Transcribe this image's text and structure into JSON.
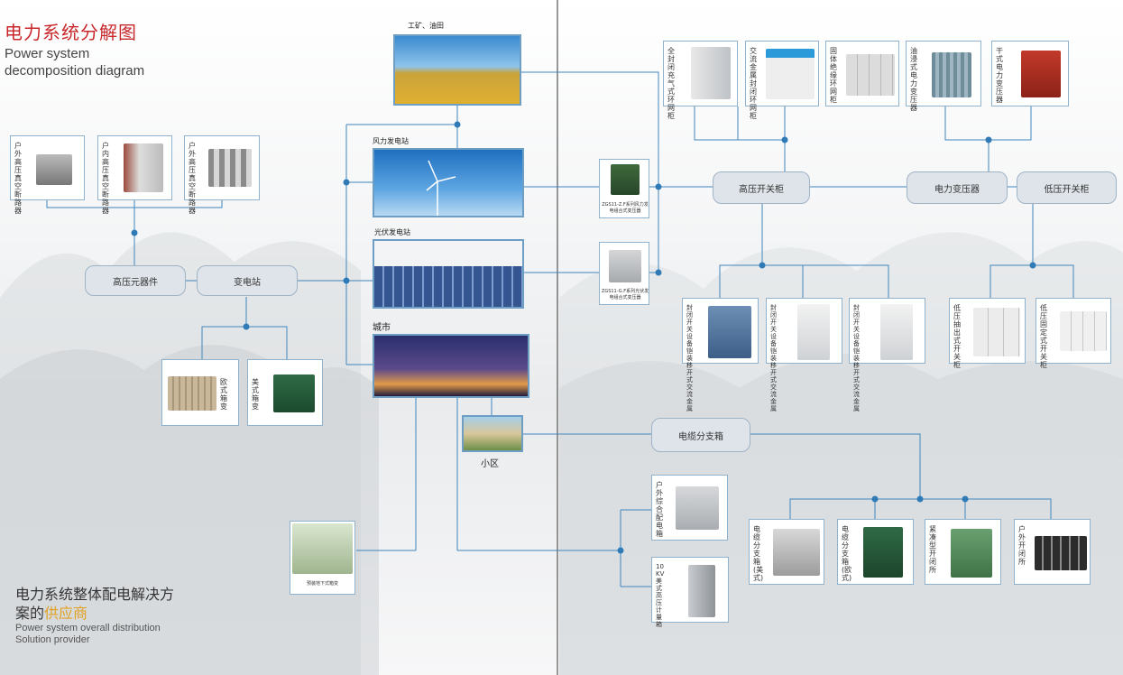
{
  "header": {
    "title_cn": "电力系统分解图",
    "title_en_line1": "Power system",
    "title_en_line2": "decomposition diagram"
  },
  "footer": {
    "cn_line1": "电力系统整体配电解决方",
    "cn_line2_a": "案的",
    "cn_line2_b": "供应商",
    "en_line1": "Power system overall distribution",
    "en_line2": "Solution provider"
  },
  "nodes": {
    "hv_components": "高压元器件",
    "substation": "变电站",
    "hv_switchgear": "高压开关柜",
    "power_transformer": "电力变压器",
    "lv_switchgear": "低压开关柜",
    "cable_branch": "电缆分支箱"
  },
  "photos": {
    "mining": "工矿、油田",
    "wind": "风力发电站",
    "solar": "光伏发电站",
    "city": "城市",
    "community": "小区"
  },
  "left_cards": [
    "户外高压真空断路器",
    "户内高压真空断路器",
    "户外高压真空断路器"
  ],
  "box_cards": [
    "欧式箱变",
    "美式箱变"
  ],
  "underground_caption": "预装地下式箱变",
  "mid_cards": [
    "ZGS11-Z.F系列风力发电组合式变压器",
    "ZGS11-G.F系列光伏发电组合式变压器"
  ],
  "top_cards": [
    "全封闭充气式环网柜",
    "交流金属封闭环网柜",
    "固体绝缘环网柜",
    "油浸式电力变压器",
    "干式电力变压器"
  ],
  "hv_cards": [
    "封闭开关设备铠装移开式交流金属",
    "封闭开关设备铠装移开式交流金属",
    "封闭开关设备铠装移开式交流金属"
  ],
  "lv_cards": [
    "低压抽出式开关柜",
    "低压固定式开关柜"
  ],
  "dist_cards": [
    "户外综合配电箱",
    "10KV美式高压计量箱"
  ],
  "branch_cards": [
    "电缆分支箱(美式)",
    "电缆分支箱(欧式)",
    "紧凑型开闭所",
    "户外开闭所"
  ],
  "colors": {
    "accent_red": "#c8282c",
    "line_blue": "#3f86bd",
    "card_border": "#8fb3cf",
    "highlight": "#e0a020"
  }
}
